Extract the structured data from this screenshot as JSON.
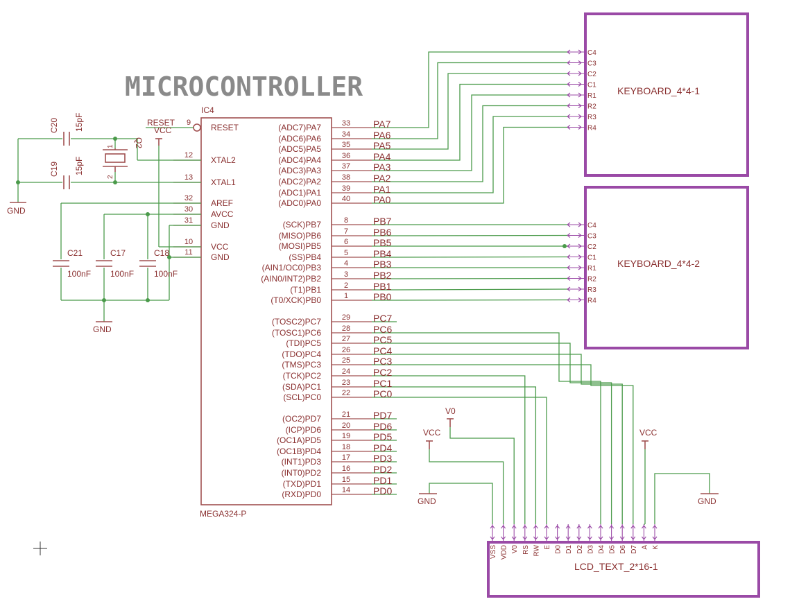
{
  "title": "MICROCONTROLLER",
  "ic": {
    "ref": "IC4",
    "part": "MEGA324-P",
    "left_pins": [
      {
        "num": "9",
        "name": "RESET"
      },
      {
        "num": "12",
        "name": "XTAL2"
      },
      {
        "num": "13",
        "name": "XTAL1"
      },
      {
        "num": "32",
        "name": "AREF"
      },
      {
        "num": "30",
        "name": "AVCC"
      },
      {
        "num": "31",
        "name": "GND"
      },
      {
        "num": "10",
        "name": "VCC"
      },
      {
        "num": "11",
        "name": "GND"
      }
    ],
    "right_pins": [
      {
        "num": "33",
        "func": "(ADC7)PA7",
        "net": "PA7"
      },
      {
        "num": "34",
        "func": "(ADC6)PA6",
        "net": "PA6"
      },
      {
        "num": "35",
        "func": "(ADC5)PA5",
        "net": "PA5"
      },
      {
        "num": "36",
        "func": "(ADC4)PA4",
        "net": "PA4"
      },
      {
        "num": "37",
        "func": "(ADC3)PA3",
        "net": "PA3"
      },
      {
        "num": "38",
        "func": "(ADC2)PA2",
        "net": "PA2"
      },
      {
        "num": "39",
        "func": "(ADC1)PA1",
        "net": "PA1"
      },
      {
        "num": "40",
        "func": "(ADC0)PA0",
        "net": "PA0"
      },
      {
        "num": "8",
        "func": "(SCK)PB7",
        "net": "PB7"
      },
      {
        "num": "7",
        "func": "(MISO)PB6",
        "net": "PB6"
      },
      {
        "num": "6",
        "func": "(MOSI)PB5",
        "net": "PB5"
      },
      {
        "num": "5",
        "func": "(SS)PB4",
        "net": "PB4"
      },
      {
        "num": "4",
        "func": "(AIN1/OC0)PB3",
        "net": "PB3"
      },
      {
        "num": "3",
        "func": "(AIN0/INT2)PB2",
        "net": "PB2"
      },
      {
        "num": "2",
        "func": "(T1)PB1",
        "net": "PB1"
      },
      {
        "num": "1",
        "func": "(T0/XCK)PB0",
        "net": "PB0"
      },
      {
        "num": "29",
        "func": "(TOSC2)PC7",
        "net": "PC7"
      },
      {
        "num": "28",
        "func": "(TOSC1)PC6",
        "net": "PC6"
      },
      {
        "num": "27",
        "func": "(TDI)PC5",
        "net": "PC5"
      },
      {
        "num": "26",
        "func": "(TDO)PC4",
        "net": "PC4"
      },
      {
        "num": "25",
        "func": "(TMS)PC3",
        "net": "PC3"
      },
      {
        "num": "24",
        "func": "(TCK)PC2",
        "net": "PC2"
      },
      {
        "num": "23",
        "func": "(SDA)PC1",
        "net": "PC1"
      },
      {
        "num": "22",
        "func": "(SCL)PC0",
        "net": "PC0"
      },
      {
        "num": "21",
        "func": "(OC2)PD7",
        "net": "PD7"
      },
      {
        "num": "20",
        "func": "(ICP)PD6",
        "net": "PD6"
      },
      {
        "num": "19",
        "func": "(OC1A)PD5",
        "net": "PD5"
      },
      {
        "num": "18",
        "func": "(OC1B)PD4",
        "net": "PD4"
      },
      {
        "num": "17",
        "func": "(INT1)PD3",
        "net": "PD3"
      },
      {
        "num": "16",
        "func": "(INT0)PD2",
        "net": "PD2"
      },
      {
        "num": "15",
        "func": "(TXD)PD1",
        "net": "PD1"
      },
      {
        "num": "14",
        "func": "(RXD)PD0",
        "net": "PD0"
      }
    ]
  },
  "reset_label": "RESET",
  "supplies": {
    "vcc": "VCC",
    "gnd": "GND",
    "v0": "V0"
  },
  "components": {
    "c20": {
      "ref": "C20",
      "value": "15pF"
    },
    "c19": {
      "ref": "C19",
      "value": "15pF"
    },
    "q2": {
      "ref": "Q2",
      "pin1": "1",
      "pin2": "2"
    },
    "c21": {
      "ref": "C21",
      "value": "100nF"
    },
    "c17": {
      "ref": "C17",
      "value": "100nF"
    },
    "c18": {
      "ref": "C18",
      "value": "100nF"
    }
  },
  "keyboard1": {
    "name": "KEYBOARD_4*4-1",
    "pins": [
      "C4",
      "C3",
      "C2",
      "C1",
      "R1",
      "R2",
      "R3",
      "R4"
    ]
  },
  "keyboard2": {
    "name": "KEYBOARD_4*4-2",
    "pins": [
      "C4",
      "C3",
      "C2",
      "C1",
      "R1",
      "R2",
      "R3",
      "R4"
    ]
  },
  "lcd": {
    "name": "LCD_TEXT_2*16-1",
    "pins": [
      "VSS",
      "VDD",
      "V0",
      "RS",
      "RW",
      "E",
      "D0",
      "D1",
      "D2",
      "D3",
      "D4",
      "D5",
      "D6",
      "D7",
      "A",
      "K"
    ]
  },
  "colors": {
    "symbol": "#a05050",
    "wire": "#4a9a4a",
    "module": "#9a4aa6",
    "title": "#8a8a8a"
  }
}
